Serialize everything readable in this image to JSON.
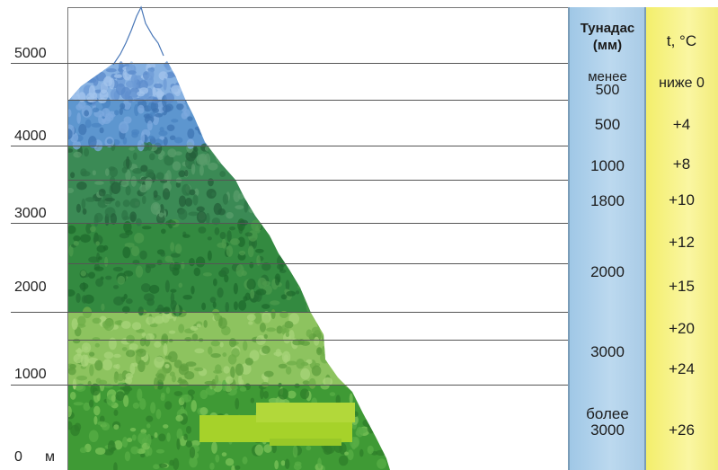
{
  "altitude_axis": {
    "labels": [
      "5000",
      "4000",
      "3000",
      "2000",
      "1000",
      "0"
    ],
    "unit": "м"
  },
  "precipitation": {
    "header_line1": "Тунадас",
    "header_line2": "(мм)",
    "cells": [
      {
        "line1": "менее",
        "line2": "500"
      },
      {
        "line1": "500"
      },
      {
        "line1": "1000"
      },
      {
        "line1": "1800"
      },
      {
        "line1": "2000"
      },
      {
        "line1": "3000"
      },
      {
        "line1": "более",
        "line2": "3000"
      }
    ]
  },
  "temperature": {
    "header": "t, °C",
    "cells": [
      "ниже 0",
      "+4",
      "+8",
      "+10",
      "+12",
      "+15",
      "+20",
      "+24",
      "+26"
    ]
  },
  "zones": [
    {
      "id": "snow",
      "color": "#ffffff"
    },
    {
      "id": "alpine-meadow",
      "color": "#7aa7dc"
    },
    {
      "id": "subalpine",
      "color": "#5f9bc8"
    },
    {
      "id": "coniferous-forest",
      "color": "#3f8c52"
    },
    {
      "id": "mixed-forest",
      "color": "#3a8f3f"
    },
    {
      "id": "deciduous-forest",
      "color": "#86c05a"
    },
    {
      "id": "tropical-forest",
      "color": "#3f9a35"
    }
  ],
  "colors": {
    "precip_column": "#b2d3ec",
    "temp_column": "#f6f28a",
    "lines": "#555555"
  }
}
